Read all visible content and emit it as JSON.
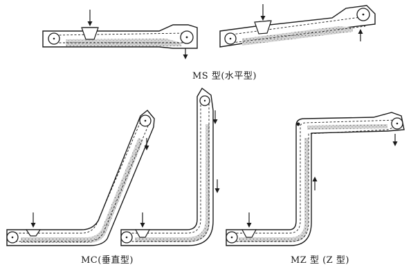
{
  "labels": {
    "ms": "MS 型(水平型)",
    "mc": "MC(垂直型)",
    "mz": "MZ 型 (Z 型)"
  },
  "colors": {
    "line": "#1a1a1a",
    "material": "#cfcfcf",
    "background": "#ffffff"
  }
}
